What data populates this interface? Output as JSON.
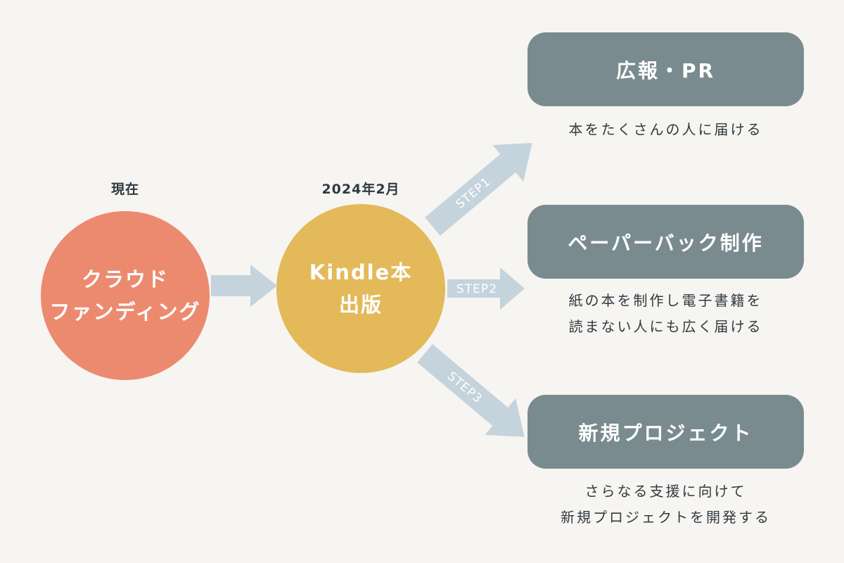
{
  "stages": {
    "now": {
      "label": "現在",
      "lines": [
        "クラウド",
        "ファンディング"
      ]
    },
    "kindle": {
      "label": "2024年2月",
      "lines": [
        "Kindle本",
        "出版"
      ]
    }
  },
  "steps": [
    {
      "label": "STEP1"
    },
    {
      "label": "STEP2"
    },
    {
      "label": "STEP3"
    }
  ],
  "goals": [
    {
      "title": "広報・PR",
      "description": [
        "本をたくさんの人に届ける"
      ]
    },
    {
      "title": "ペーパーバック制作",
      "description": [
        "紙の本を制作し電子書籍を",
        "読まない人にも広く届ける"
      ]
    },
    {
      "title": "新規プロジェクト",
      "description": [
        "さらなる支援に向けて",
        "新規プロジェクトを開発する"
      ]
    }
  ],
  "colors": {
    "background": "#f7f5f1",
    "circle_now": "#ec8a70",
    "circle_kindle": "#e3b95a",
    "goal_box": "#7a8b8f",
    "arrow": "#c5d3dd",
    "text_dark": "#2f3b42"
  }
}
